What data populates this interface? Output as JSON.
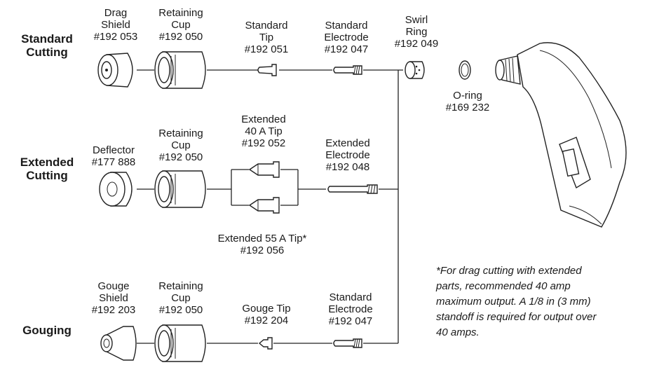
{
  "sections": {
    "standard": "Standard\nCutting",
    "extended": "Extended\nCutting",
    "gouging": "Gouging"
  },
  "parts": {
    "drag_shield": "Drag\nShield\n#192 053",
    "retaining_cup_1": "Retaining\nCup\n#192 050",
    "standard_tip": "Standard\nTip\n#192 051",
    "standard_electrode_1": "Standard\nElectrode\n#192 047",
    "swirl_ring": "Swirl\nRing\n#192 049",
    "o_ring": "O-ring\n#169 232",
    "deflector": "Deflector\n#177 888",
    "retaining_cup_2": "Retaining\nCup\n#192 050",
    "extended_40a_tip": "Extended\n40 A Tip\n#192 052",
    "extended_electrode": "Extended\nElectrode\n#192 048",
    "extended_55a_tip": "Extended 55 A Tip*\n#192 056",
    "gouge_shield": "Gouge\nShield\n#192 203",
    "retaining_cup_3": "Retaining\nCup\n#192 050",
    "gouge_tip": "Gouge Tip\n#192 204",
    "standard_electrode_2": "Standard\nElectrode\n#192 047"
  },
  "footnote": "*For drag cutting with extended\nparts, recommended 40 amp\nmaximum output. A 1/8 in (3 mm)\nstandoff is required for output over\n40 amps."
}
